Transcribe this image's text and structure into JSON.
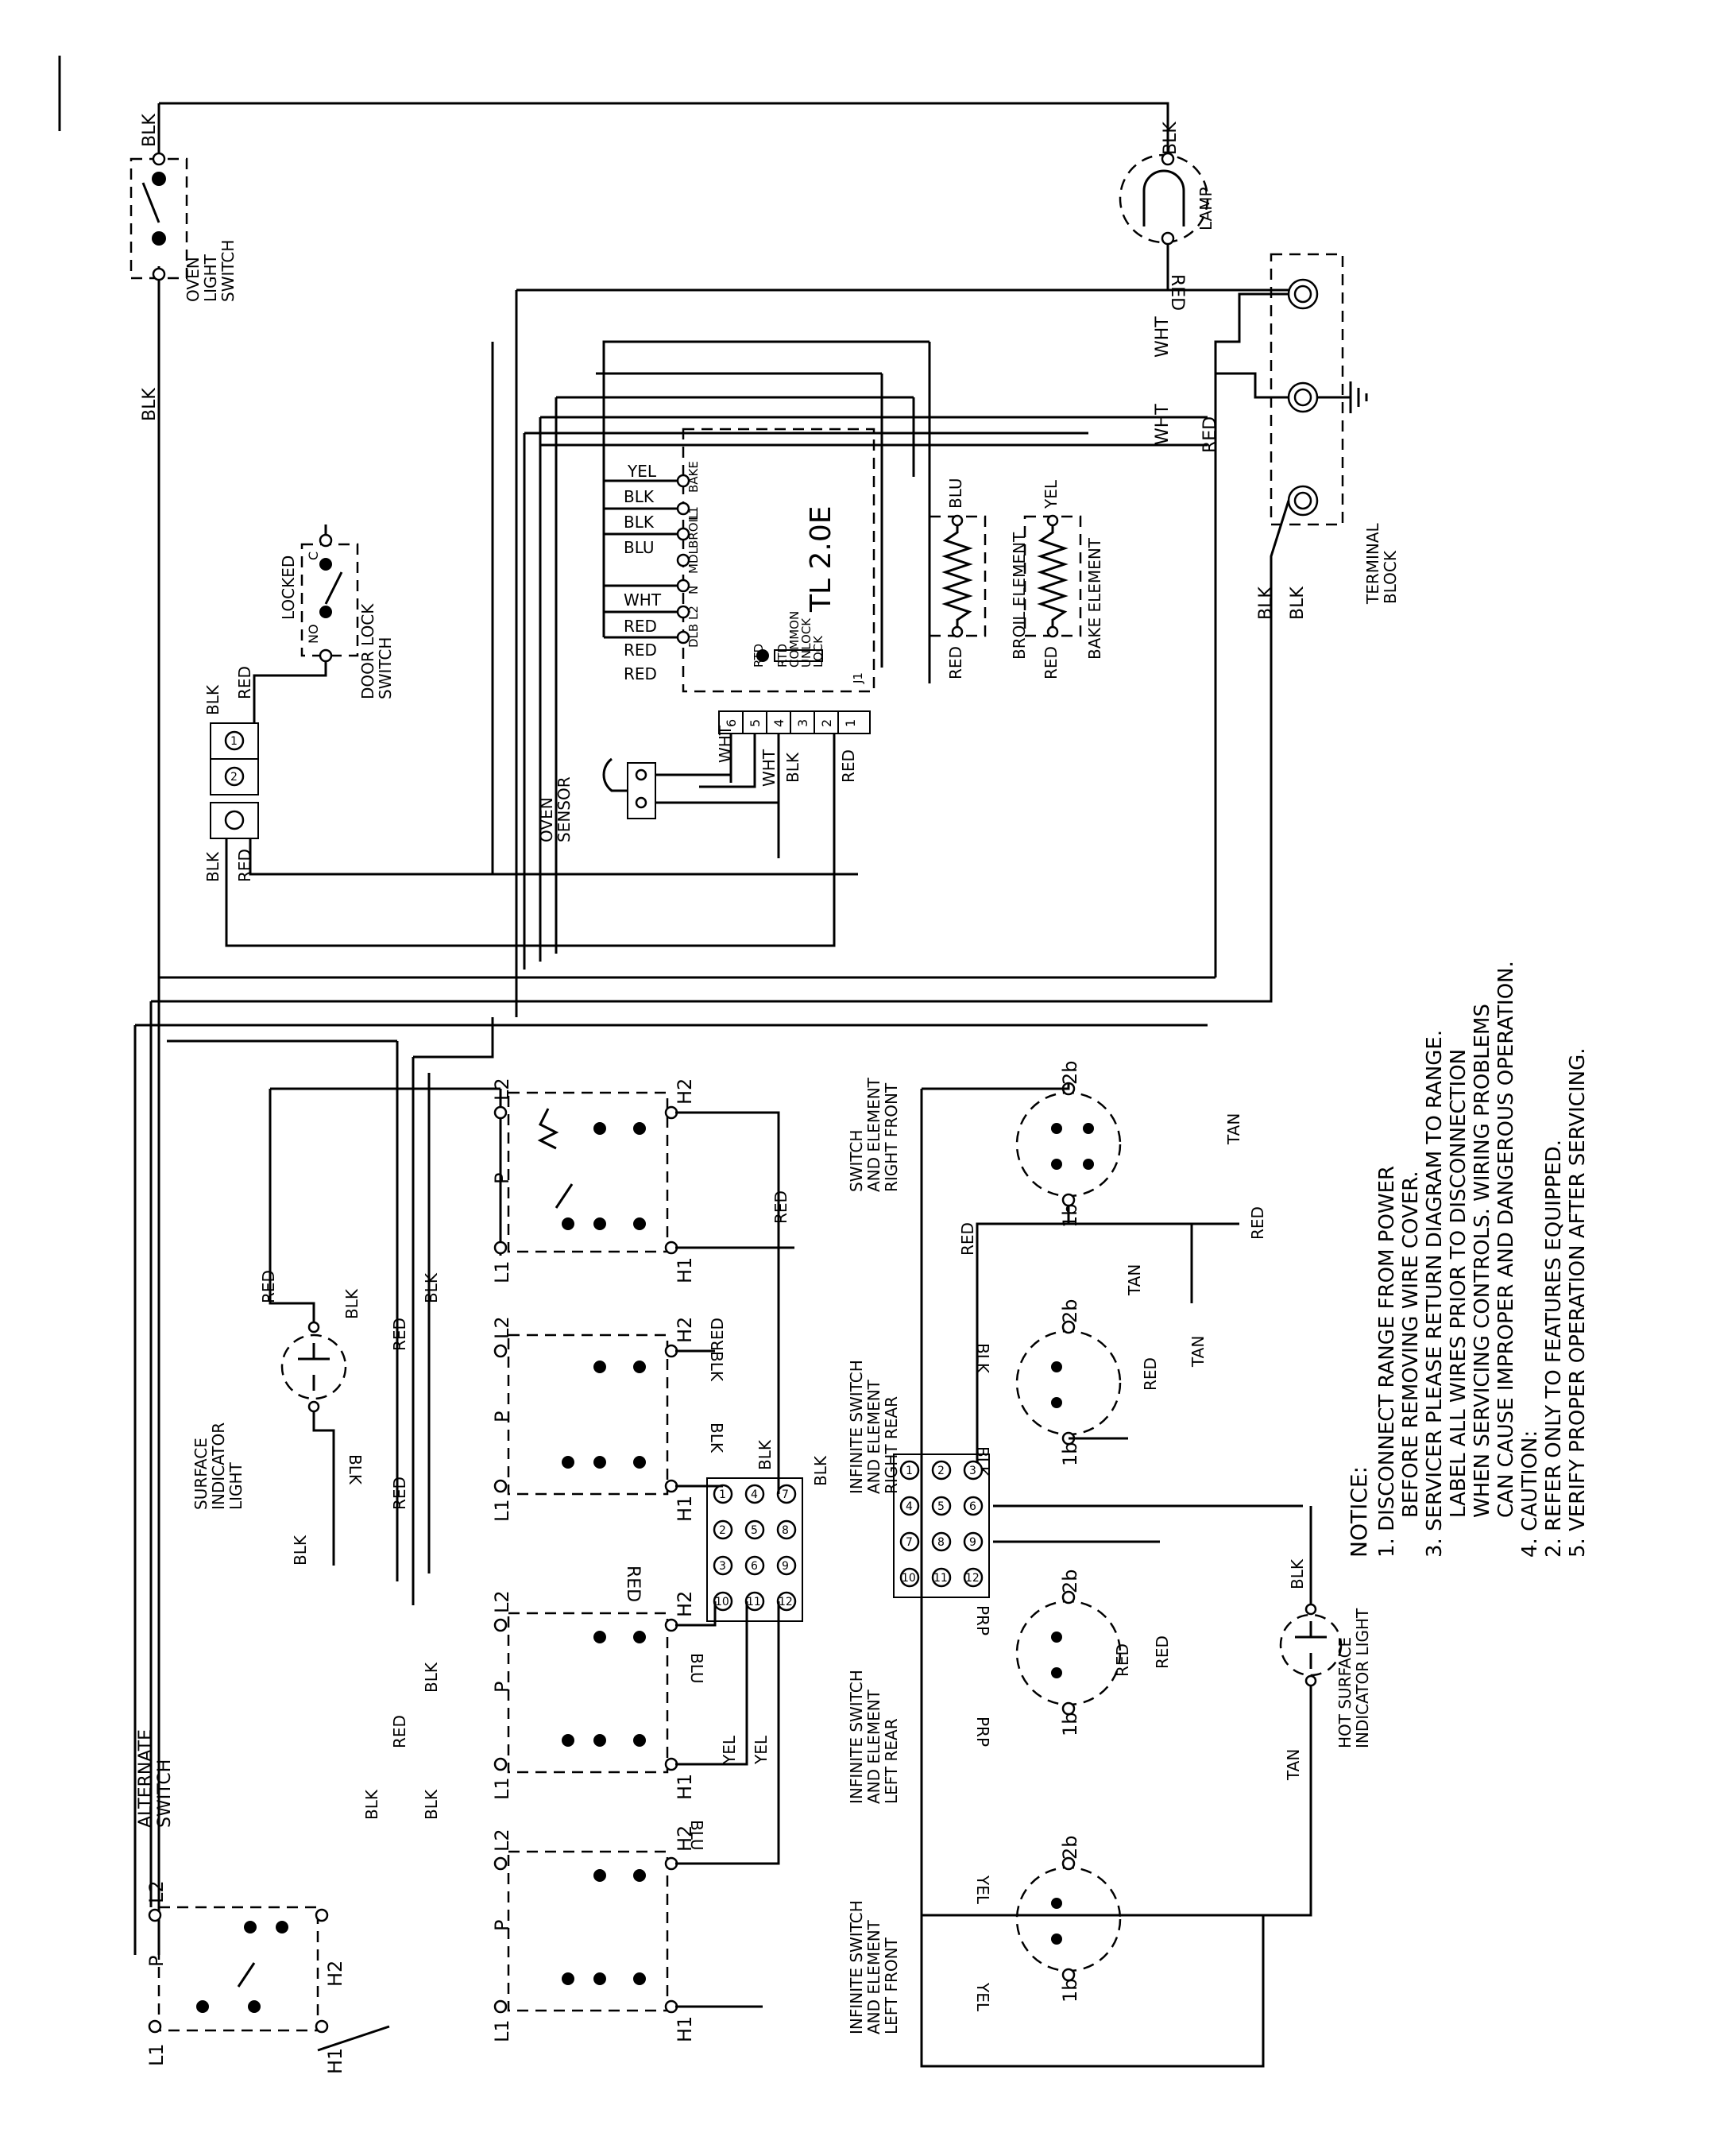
{
  "wire_colors": {
    "blk": "BLK",
    "red": "RED",
    "wht": "WHT",
    "blu": "BLU",
    "yel": "YEL",
    "tan": "TAN",
    "prp": "PRP"
  },
  "terminals": {
    "L1": "L1",
    "L2": "L2",
    "P": "P",
    "H1": "H1",
    "H2": "H2",
    "t1b": "1b",
    "t2b": "2b"
  },
  "labels": {
    "alternate_switch": [
      "ALTERNATE",
      "SWITCH"
    ],
    "surface_indicator_light": [
      "SURFACE",
      "INDICATOR",
      "LIGHT"
    ],
    "hot_surface_indicator_light": [
      "HOT SURFACE",
      "INDICATOR LIGHT"
    ],
    "oven_light_switch": [
      "OVEN",
      "LIGHT",
      "SWITCH"
    ],
    "door_lock_switch": [
      "DOOR LOCK",
      "SWITCH"
    ],
    "locked": "LOCKED",
    "no": "NO",
    "c": "C",
    "oven_sensor": [
      "OVEN",
      "SENSOR"
    ],
    "lamp": "LAMP",
    "terminal_block": [
      "TERMINAL",
      "BLOCK"
    ],
    "broil_element": "BROIL ELEMENT",
    "bake_element": "BAKE ELEMENT",
    "control": "TL 2.0E",
    "control_pins": [
      "BAKE",
      "L1",
      "BROIL",
      "MDL",
      "N",
      "L2",
      "DLB"
    ],
    "control_pins2": [
      "RTD",
      "RTD",
      "COMMON",
      "UNLOCK",
      "LOCK"
    ],
    "j1": "J1",
    "sw_lf": [
      "INFINITE SWITCH",
      "AND ELEMENT",
      "LEFT FRONT"
    ],
    "sw_lr": [
      "INFINITE SWITCH",
      "AND ELEMENT",
      "LEFT REAR"
    ],
    "sw_rr": [
      "INFINITE SWITCH",
      "AND ELEMENT",
      "RIGHT REAR"
    ],
    "sw_rf": [
      "SWITCH",
      "AND ELEMENT",
      "RIGHT FRONT"
    ],
    "connector_pins": [
      "1",
      "2",
      "3",
      "4",
      "5",
      "6",
      "7",
      "8",
      "9",
      "10",
      "11",
      "12"
    ],
    "plug_pins": [
      "1",
      "2"
    ],
    "j1_pins": [
      "1",
      "2",
      "3",
      "4",
      "5",
      "6"
    ]
  },
  "notice": {
    "title": "NOTICE:",
    "lines": [
      "1. DISCONNECT RANGE FROM POWER",
      "BEFORE REMOVING WIRE COVER.",
      "3. SERVICER PLEASE RETURN DIAGRAM TO RANGE.",
      "LABEL ALL WIRES PRIOR TO DISCONNECTION",
      "WHEN SERVICING CONTROLS. WIRING PROBLEMS",
      "CAN CAUSE IMPROPER AND DANGEROUS OPERATION.",
      "4. CAUTION:",
      "2. REFER ONLY TO FEATURES EQUIPPED.",
      "5. VERIFY PROPER OPERATION AFTER SERVICING."
    ]
  }
}
